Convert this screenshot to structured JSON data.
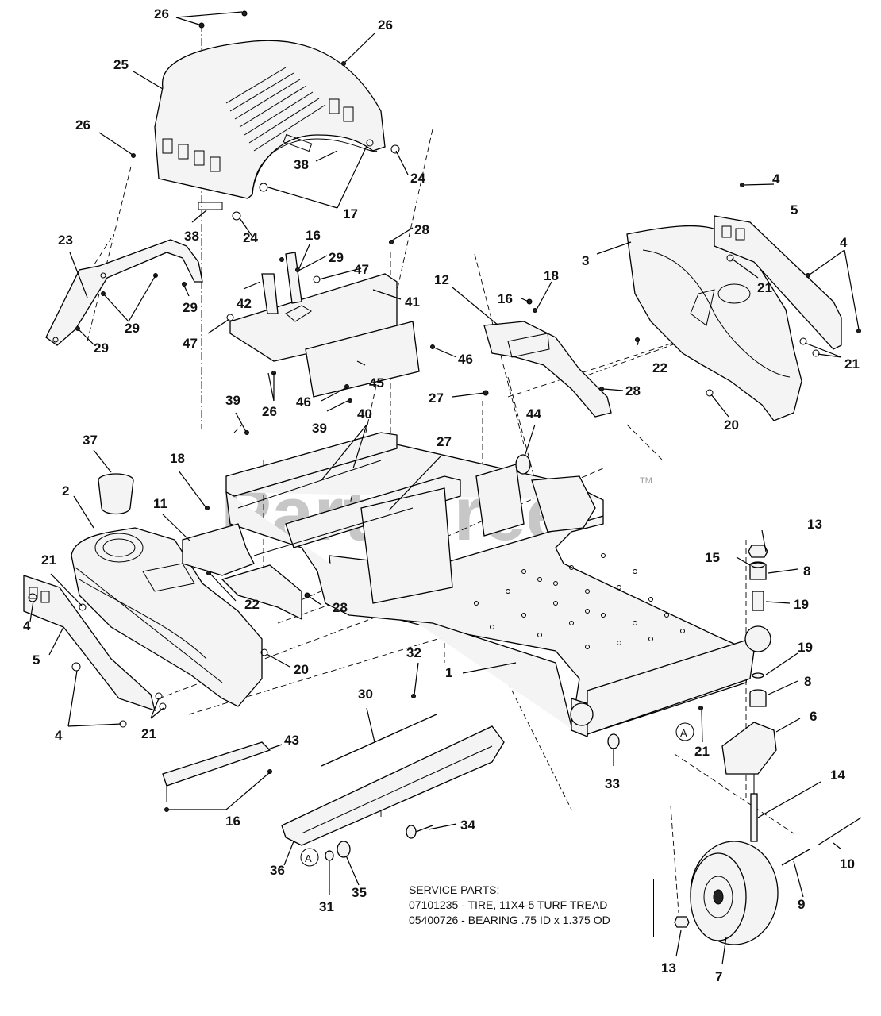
{
  "watermark": "PartsTree",
  "watermark_tm": "TM",
  "service_parts": {
    "title": "SERVICE PARTS:",
    "lines": [
      "07101235 - TIRE, 11X4-5 TURF TREAD",
      "05400726 - BEARING .75 ID x 1.375 OD"
    ]
  },
  "reference_marker": "A",
  "callouts": [
    "1",
    "2",
    "3",
    "4",
    "5",
    "6",
    "7",
    "8",
    "9",
    "10",
    "11",
    "12",
    "13",
    "14",
    "15",
    "16",
    "17",
    "18",
    "19",
    "20",
    "21",
    "22",
    "23",
    "24",
    "25",
    "26",
    "27",
    "28",
    "29",
    "30",
    "31",
    "32",
    "33",
    "34",
    "35",
    "36",
    "37",
    "38",
    "39",
    "40",
    "41",
    "42",
    "43",
    "44",
    "45",
    "46",
    "47"
  ]
}
